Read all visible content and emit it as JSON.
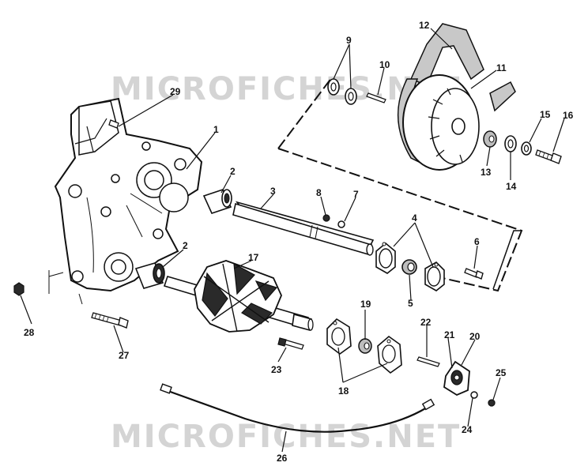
{
  "watermark": {
    "text_top": "MICROFICHES.NET",
    "text_bottom": "MICROFICHES.NET"
  },
  "callouts": [
    {
      "id": "1",
      "label": "1"
    },
    {
      "id": "2a",
      "label": "2"
    },
    {
      "id": "2b",
      "label": "2"
    },
    {
      "id": "3",
      "label": "3"
    },
    {
      "id": "4",
      "label": "4"
    },
    {
      "id": "5",
      "label": "5"
    },
    {
      "id": "6",
      "label": "6"
    },
    {
      "id": "7",
      "label": "7"
    },
    {
      "id": "8",
      "label": "8"
    },
    {
      "id": "9",
      "label": "9"
    },
    {
      "id": "10",
      "label": "10"
    },
    {
      "id": "11",
      "label": "11"
    },
    {
      "id": "12",
      "label": "12"
    },
    {
      "id": "13",
      "label": "13"
    },
    {
      "id": "14",
      "label": "14"
    },
    {
      "id": "15",
      "label": "15"
    },
    {
      "id": "16",
      "label": "16"
    },
    {
      "id": "17",
      "label": "17"
    },
    {
      "id": "18",
      "label": "18"
    },
    {
      "id": "19",
      "label": "19"
    },
    {
      "id": "20",
      "label": "20"
    },
    {
      "id": "21",
      "label": "21"
    },
    {
      "id": "22",
      "label": "22"
    },
    {
      "id": "23",
      "label": "23"
    },
    {
      "id": "24",
      "label": "24"
    },
    {
      "id": "25",
      "label": "25"
    },
    {
      "id": "26",
      "label": "26"
    },
    {
      "id": "27",
      "label": "27"
    },
    {
      "id": "28",
      "label": "28"
    },
    {
      "id": "29",
      "label": "29"
    }
  ]
}
